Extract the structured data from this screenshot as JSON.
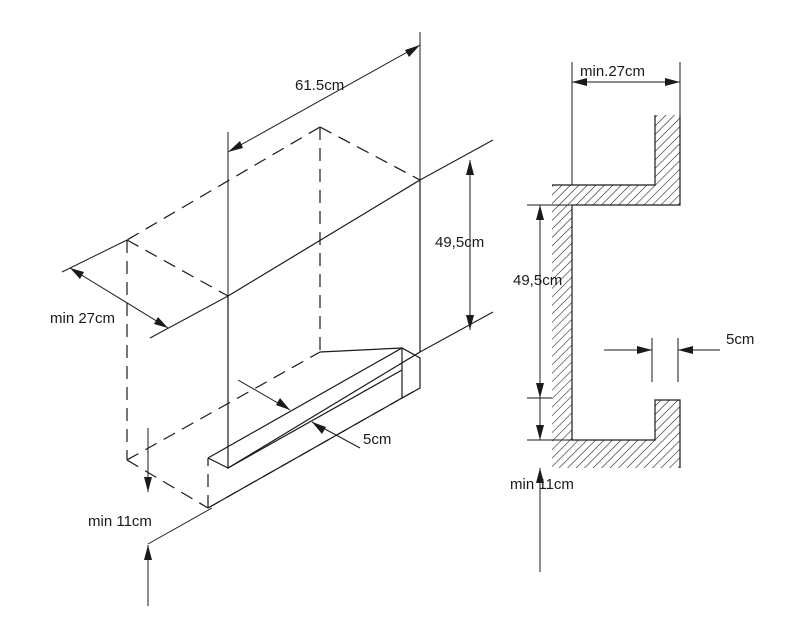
{
  "iso": {
    "width_label": "61.5cm",
    "height_label": "49,5cm",
    "depth_label": "min 27cm",
    "shelf_label": "5cm",
    "bottom_label": "min 11cm"
  },
  "section": {
    "depth_label": "min.27cm",
    "height_label": "49,5cm",
    "shelf_label": "5cm",
    "bottom_label": "min 11cm"
  },
  "colors": {
    "line": "#1a1a1a",
    "background": "#ffffff"
  }
}
